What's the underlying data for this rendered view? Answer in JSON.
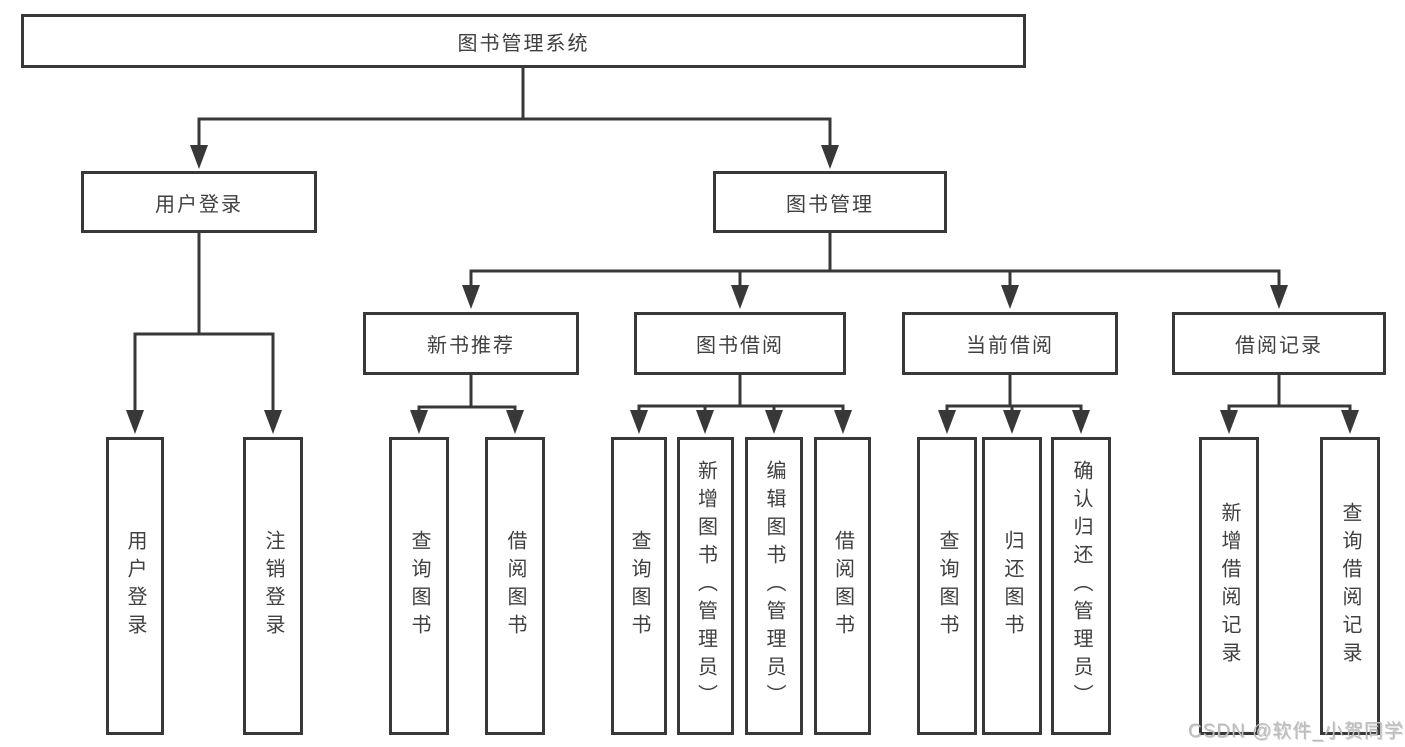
{
  "tree": {
    "label": "图书管理系统",
    "children": [
      {
        "label": "用户登录",
        "children": [
          {
            "label": "用户登录"
          },
          {
            "label": "注销登录"
          }
        ]
      },
      {
        "label": "图书管理",
        "children": [
          {
            "label": "新书推荐",
            "children": [
              {
                "label": "查询图书"
              },
              {
                "label": "借阅图书"
              }
            ]
          },
          {
            "label": "图书借阅",
            "children": [
              {
                "label": "查询图书"
              },
              {
                "label": "新增图书（管理员）"
              },
              {
                "label": "编辑图书（管理员）"
              },
              {
                "label": "借阅图书"
              }
            ]
          },
          {
            "label": "当前借阅",
            "children": [
              {
                "label": "查询图书"
              },
              {
                "label": "归还图书"
              },
              {
                "label": "确认归还（管理员）"
              }
            ]
          },
          {
            "label": "借阅记录",
            "children": [
              {
                "label": "新增借阅记录"
              },
              {
                "label": "查询借阅记录"
              }
            ]
          }
        ]
      }
    ]
  },
  "watermark": {
    "text": "CSDN @软件_小贺同学"
  },
  "colors": {
    "line": "#383838",
    "text": "#404040",
    "background": "#ffffff",
    "watermark": "#bdbdbd"
  }
}
